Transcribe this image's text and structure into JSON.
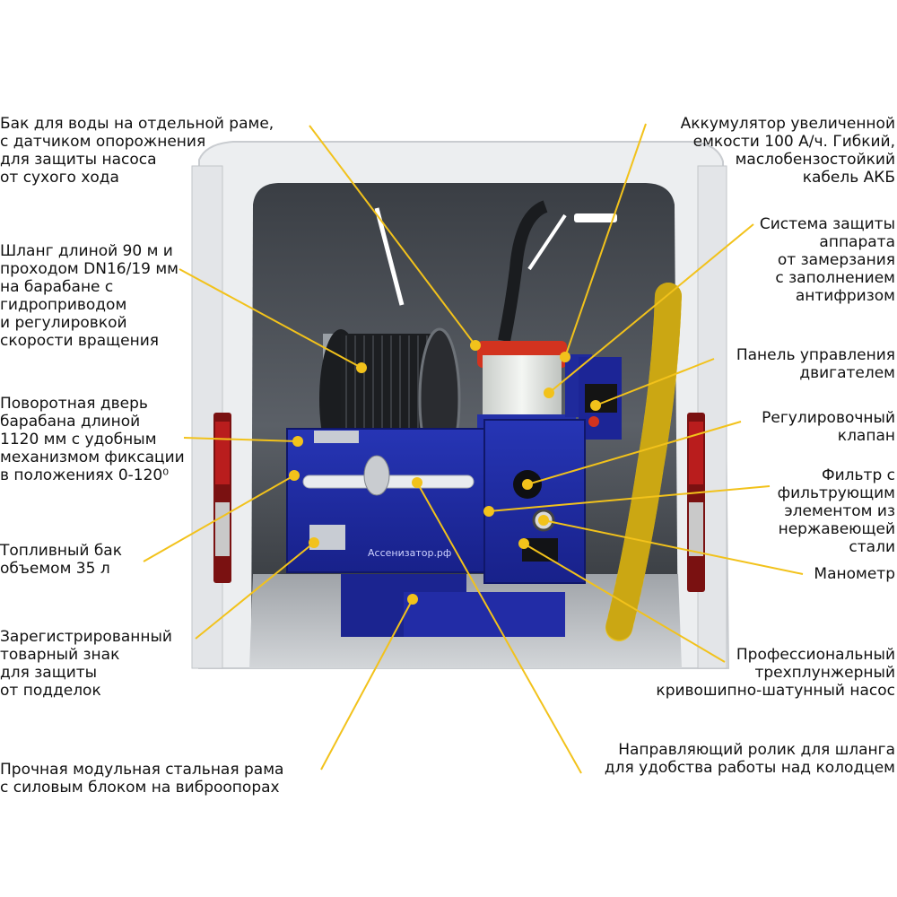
{
  "colors": {
    "leader": "#f2c21b",
    "van_body": "#f1f2f3",
    "cargo_shadow": "#2b2e33",
    "equipment_blue": "#1d2aa0",
    "equipment_blue_dark": "#12196b",
    "hose": "#16181b",
    "corrugated_hose": "#e8c21a",
    "tank_white": "#e9ece8",
    "tank_red": "#d2331f",
    "floor_metal": "#b9bcc0"
  },
  "logo_text": "Ассенизатор.рф",
  "labels": [
    {
      "id": "water-tank",
      "text": "Бак для воды на отдельной раме,\nс датчиком опорожнения\nдля защиты насоса\nот сухого хода"
    },
    {
      "id": "hose-drum",
      "text": "Шланг длиной 90 м и\nпроходом DN16/19 мм\nна барабане с\nгидроприводом\nи регулировкой\nскорости вращения"
    },
    {
      "id": "swing-door",
      "text": "Поворотная дверь\nбарабана длиной\n1120 мм с удобным\nмеханизмом фиксации\nв положениях 0-120⁰"
    },
    {
      "id": "fuel-tank",
      "text": "Топливный бак\nобъемом 35 л"
    },
    {
      "id": "trademark",
      "text": "Зарегистрированный\nтоварный знак\nдля защиты\nот подделок"
    },
    {
      "id": "frame",
      "text": "Прочная модульная стальная рама\nс силовым блоком на виброопорах"
    },
    {
      "id": "battery",
      "text": "Аккумулятор увеличенной\nемкости 100 А/ч. Гибкий,\nмаслобензостойкий\nкабель АКБ"
    },
    {
      "id": "antifreeze",
      "text": "Система защиты\nаппарата\nот замерзания\nс заполнением\nантифризом"
    },
    {
      "id": "engine-panel",
      "text": "Панель управления\nдвигателем"
    },
    {
      "id": "valve",
      "text": "Регулировочный\nклапан"
    },
    {
      "id": "filter",
      "text": "Фильтр с\nфильтрующим\nэлементом из\nнержавеющей\nстали"
    },
    {
      "id": "gauge",
      "text": "Манометр"
    },
    {
      "id": "pump",
      "text": "Профессиональный\nтрехплунжерный\nкривошипно-шатунный насос"
    },
    {
      "id": "roller",
      "text": "Направляющий ролик для шланга\nдля удобства работы над колодцем"
    }
  ]
}
